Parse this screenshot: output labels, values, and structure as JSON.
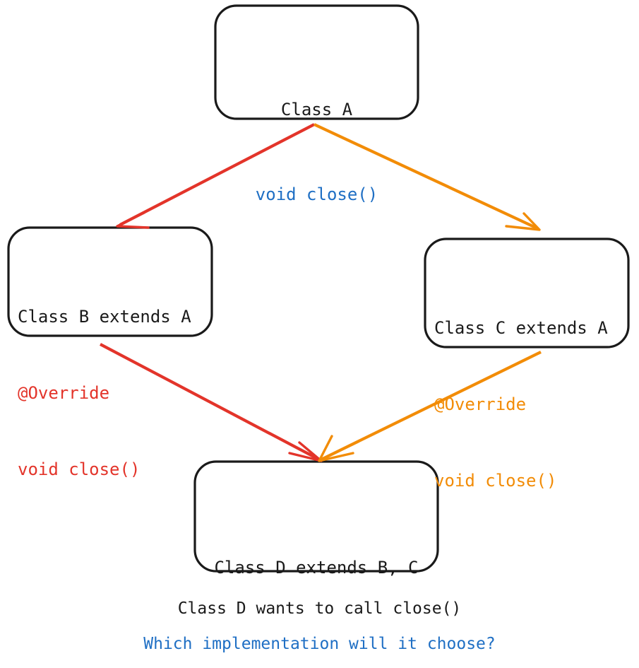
{
  "diagram": {
    "type": "class-inheritance-diamond",
    "title_text": null,
    "colors": {
      "black": "#1a1a1a",
      "blue": "#1f6fc4",
      "red": "#e3342a",
      "orange": "#f28c07",
      "background": "#ffffff"
    },
    "nodes": [
      {
        "id": "class-a",
        "name": "class-a-box",
        "align": "center",
        "lines": [
          {
            "text": "Class A",
            "color": "black"
          },
          {
            "text": "void close()",
            "color": "blue"
          }
        ]
      },
      {
        "id": "class-b",
        "name": "class-b-box",
        "align": "left",
        "lines": [
          {
            "text": "Class B extends A",
            "color": "black"
          },
          {
            "text": "@Override",
            "color": "red"
          },
          {
            "text": "void close()",
            "color": "red"
          }
        ]
      },
      {
        "id": "class-c",
        "name": "class-c-box",
        "align": "left",
        "lines": [
          {
            "text": "Class C extends A",
            "color": "black"
          },
          {
            "text": "@Override",
            "color": "orange"
          },
          {
            "text": "void close()",
            "color": "orange"
          }
        ]
      },
      {
        "id": "class-d",
        "name": "class-d-box",
        "align": "center",
        "lines": [
          {
            "text": "Class D extends B, C",
            "color": "black"
          }
        ]
      }
    ],
    "edges": [
      {
        "id": "a-to-b",
        "from": "class-a",
        "to": "class-b",
        "color": "red"
      },
      {
        "id": "a-to-c",
        "from": "class-a",
        "to": "class-c",
        "color": "orange"
      },
      {
        "id": "b-to-d",
        "from": "class-b",
        "to": "class-d",
        "color": "red"
      },
      {
        "id": "c-to-d",
        "from": "class-c",
        "to": "class-d",
        "color": "orange"
      }
    ],
    "caption": {
      "line1": "Class D wants to call close()",
      "line2": "Which implementation will it choose?"
    }
  }
}
